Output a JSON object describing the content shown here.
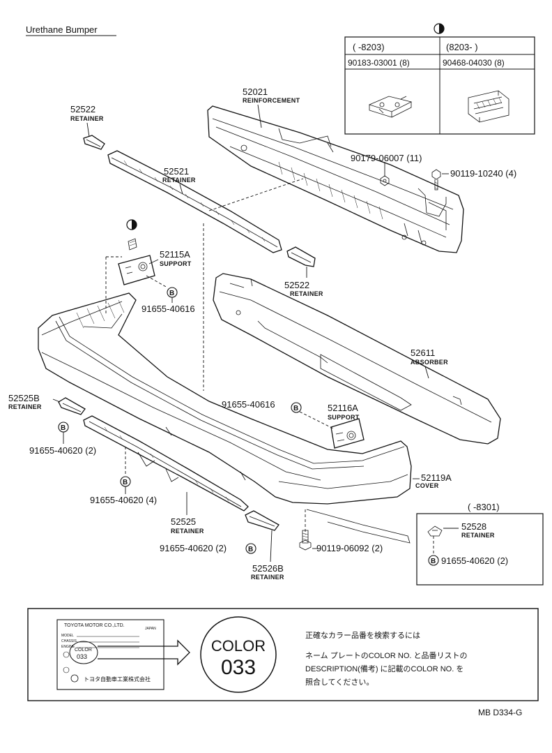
{
  "title": "Urethane Bumper",
  "doc_code": "MB D334-G",
  "symbols": {
    "b_marker": "B"
  },
  "fastener_table": {
    "col1_range": "(      -8203)",
    "col2_range": "(8203-        )",
    "col1_part": "90183-03001 (8)",
    "col2_part": "90468-04030 (8)"
  },
  "parts": {
    "reinforcement": {
      "number": "52021",
      "name": "REINFORCEMENT"
    },
    "retainer_upper_left": {
      "number": "52522",
      "name": "RETAINER"
    },
    "retainer_upper": {
      "number": "52521",
      "name": "RETAINER"
    },
    "support_left": {
      "number": "52115A",
      "name": "SUPPORT"
    },
    "retainer_upper_right": {
      "number": "52522",
      "name": "RETAINER"
    },
    "absorber": {
      "number": "52611",
      "name": "ABSORBER"
    },
    "support_right": {
      "number": "52116A",
      "name": "SUPPORT"
    },
    "cover": {
      "number": "52119A",
      "name": "COVER"
    },
    "retainer_lower_left": {
      "number": "52525B",
      "name": "RETAINER"
    },
    "retainer_lower": {
      "number": "52525",
      "name": "RETAINER"
    },
    "retainer_lower_right": {
      "number": "52526B",
      "name": "RETAINER"
    },
    "retainer_inset": {
      "number": "52528",
      "name": "RETAINER"
    }
  },
  "fasteners": {
    "f1": "90179-06007 (11)",
    "f2": "90119-10240 (4)",
    "f3": "91655-40616",
    "f4": "91655-40616",
    "f5": "91655-40620 (2)",
    "f6": "91655-40620 (4)",
    "f7": "91655-40620 (2)",
    "f8": "90119-06092 (2)",
    "f9": "91655-40620 (2)"
  },
  "inset": {
    "range": "(      -8301)"
  },
  "plate": {
    "maker": "TOYOTA MOTOR CO.,LTD.",
    "country": "JAPAN",
    "fields": [
      "MODEL",
      "CHASSIS",
      "ENGINE"
    ],
    "color_label": "COLOR",
    "color_code": "033",
    "maker_jp": "トヨタ自動車工業株式会社",
    "big_label": "COLOR",
    "big_code": "033"
  },
  "note_jp": [
    "正確なカラー品番を検索するには",
    "ネーム プレートのCOLOR NO. と品番リストの",
    "DESCRIPTION(備考) に記載のCOLOR NO. を",
    "照合してください。"
  ]
}
